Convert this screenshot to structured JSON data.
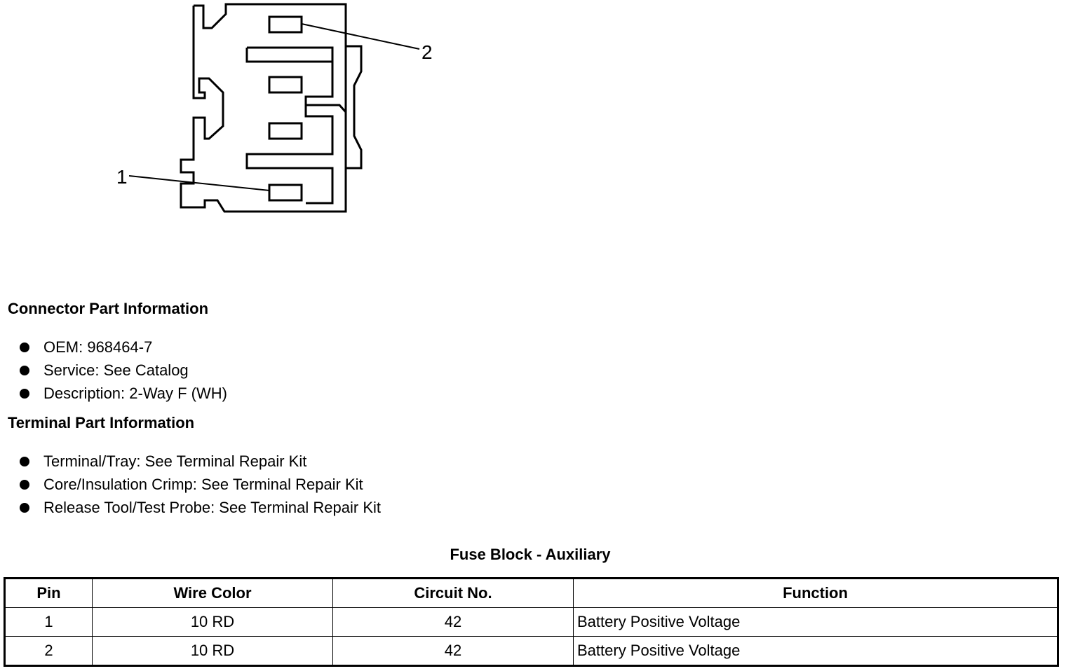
{
  "diagram": {
    "callouts": [
      "1",
      "2"
    ]
  },
  "connector_info": {
    "heading": "Connector Part Information",
    "items": [
      "OEM: 968464-7",
      "Service: See Catalog",
      "Description: 2-Way F (WH)"
    ]
  },
  "terminal_info": {
    "heading": "Terminal Part Information",
    "items": [
      "Terminal/Tray: See Terminal Repair Kit",
      "Core/Insulation Crimp: See Terminal Repair Kit",
      "Release Tool/Test Probe: See Terminal Repair Kit"
    ]
  },
  "table": {
    "title": "Fuse Block - Auxiliary",
    "headers": [
      "Pin",
      "Wire Color",
      "Circuit No.",
      "Function"
    ],
    "rows": [
      [
        "1",
        "10 RD",
        "42",
        "Battery Positive Voltage"
      ],
      [
        "2",
        "10 RD",
        "42",
        "Battery Positive Voltage"
      ]
    ]
  }
}
